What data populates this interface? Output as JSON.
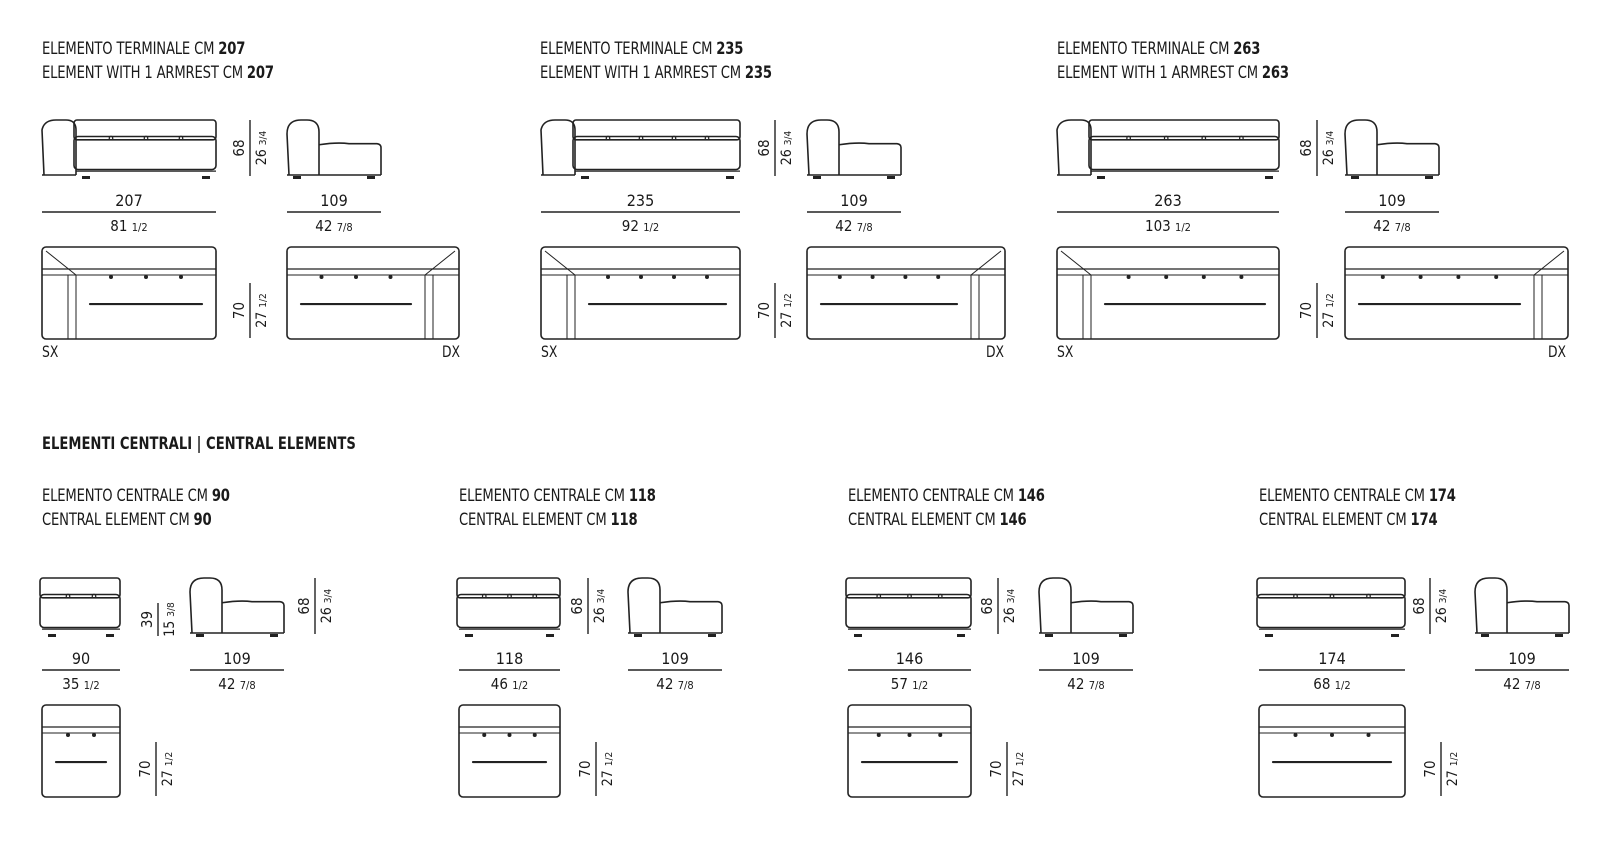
{
  "terminal": [
    {
      "title_it": "ELEMENTO TERMINALE CM",
      "title_en": "ELEMENT WITH 1 ARMREST CM",
      "size": "207",
      "width_cm": "207",
      "width_in": "81",
      "width_in_frac": "1/2",
      "side_cm": "109",
      "side_in": "42",
      "side_in_frac": "7/8",
      "height_cm": "68",
      "height_in": "26",
      "height_in_frac": "3/4",
      "depth_cm": "70",
      "depth_in": "27",
      "depth_in_frac": "1/2",
      "left_label": "SX",
      "right_label": "DX"
    },
    {
      "title_it": "ELEMENTO TERMINALE CM",
      "title_en": "ELEMENT WITH 1 ARMREST CM",
      "size": "235",
      "width_cm": "235",
      "width_in": "92",
      "width_in_frac": "1/2",
      "side_cm": "109",
      "side_in": "42",
      "side_in_frac": "7/8",
      "height_cm": "68",
      "height_in": "26",
      "height_in_frac": "3/4",
      "depth_cm": "70",
      "depth_in": "27",
      "depth_in_frac": "1/2",
      "left_label": "SX",
      "right_label": "DX"
    },
    {
      "title_it": "ELEMENTO TERMINALE CM",
      "title_en": "ELEMENT WITH 1 ARMREST CM",
      "size": "263",
      "width_cm": "263",
      "width_in": "103",
      "width_in_frac": "1/2",
      "side_cm": "109",
      "side_in": "42",
      "side_in_frac": "7/8",
      "height_cm": "68",
      "height_in": "26",
      "height_in_frac": "3/4",
      "depth_cm": "70",
      "depth_in": "27",
      "depth_in_frac": "1/2",
      "left_label": "SX",
      "right_label": "DX"
    }
  ],
  "central_heading": "ELEMENTI CENTRALI | CENTRAL ELEMENTS",
  "central": [
    {
      "title_it": "ELEMENTO CENTRALE CM",
      "title_en": "CENTRAL ELEMENT CM",
      "size": "90",
      "width_cm": "90",
      "width_in": "35",
      "width_in_frac": "1/2",
      "side_cm": "109",
      "side_in": "42",
      "side_in_frac": "7/8",
      "seat_cm": "39",
      "seat_in": "15",
      "seat_in_frac": "3/8",
      "height_cm": "68",
      "height_in": "26",
      "height_in_frac": "3/4",
      "depth_cm": "70",
      "depth_in": "27",
      "depth_in_frac": "1/2"
    },
    {
      "title_it": "ELEMENTO CENTRALE CM",
      "title_en": "CENTRAL ELEMENT CM",
      "size": "118",
      "width_cm": "118",
      "width_in": "46",
      "width_in_frac": "1/2",
      "side_cm": "109",
      "side_in": "42",
      "side_in_frac": "7/8",
      "height_cm": "68",
      "height_in": "26",
      "height_in_frac": "3/4",
      "depth_cm": "70",
      "depth_in": "27",
      "depth_in_frac": "1/2"
    },
    {
      "title_it": "ELEMENTO CENTRALE CM",
      "title_en": "CENTRAL ELEMENT CM",
      "size": "146",
      "width_cm": "146",
      "width_in": "57",
      "width_in_frac": "1/2",
      "side_cm": "109",
      "side_in": "42",
      "side_in_frac": "7/8",
      "height_cm": "68",
      "height_in": "26",
      "height_in_frac": "3/4",
      "depth_cm": "70",
      "depth_in": "27",
      "depth_in_frac": "1/2"
    },
    {
      "title_it": "ELEMENTO CENTRALE CM",
      "title_en": "CENTRAL ELEMENT CM",
      "size": "174",
      "width_cm": "174",
      "width_in": "68",
      "width_in_frac": "1/2",
      "side_cm": "109",
      "side_in": "42",
      "side_in_frac": "7/8",
      "height_cm": "68",
      "height_in": "26",
      "height_in_frac": "3/4",
      "depth_cm": "70",
      "depth_in": "27",
      "depth_in_frac": "1/2"
    }
  ]
}
